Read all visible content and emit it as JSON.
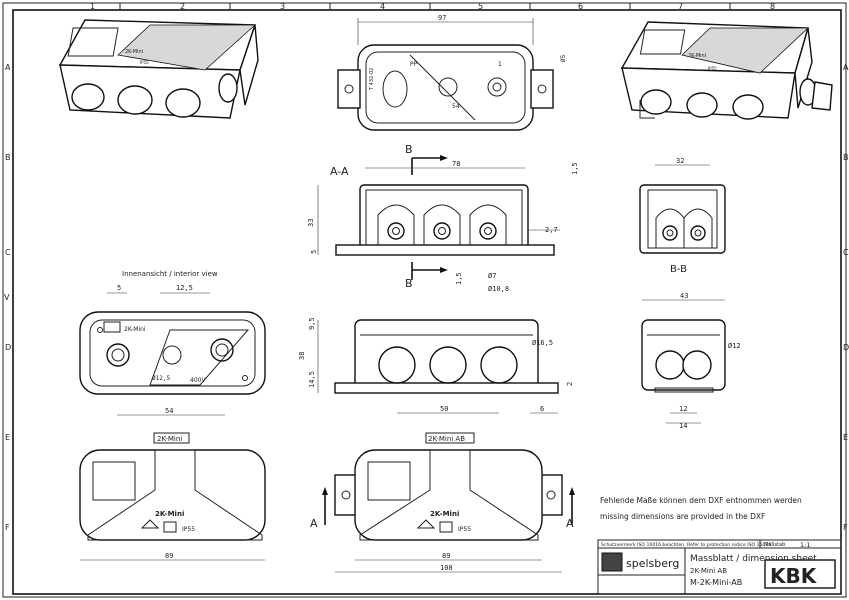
{
  "frame": {
    "columns": [
      "1",
      "2",
      "3",
      "4",
      "5",
      "6",
      "7",
      "8"
    ],
    "rows": [
      "A",
      "B",
      "C",
      "D",
      "E",
      "F"
    ],
    "side_mark": "V"
  },
  "views": {
    "section_aa": "A-A",
    "section_bb": "B-B",
    "section_mark_b": "B",
    "section_mark_a": "A",
    "interior": "Innenansicht / interior view",
    "mini": "2K-Mini",
    "mini_ab": "2K-Mini AB"
  },
  "dimensions": {
    "top_width": "97",
    "top_dia": "Ø5",
    "aa_width": "78",
    "aa_height": "33",
    "aa_top": "1,5",
    "aa_left": "5",
    "aa_right": "2,7",
    "aa_dia7": "Ø7",
    "aa_dia10": "Ø10,8",
    "aa_bottom": "1,5",
    "bb_width": "32",
    "int_5": "5",
    "int_125": "12,5",
    "int_54": "54",
    "int_dia": "Ø12,5",
    "int_volt": "400V",
    "front_95": "9,5",
    "front_38": "38",
    "front_145": "14,5",
    "front_50": "50",
    "front_6": "6",
    "front_dia": "Ø16,5",
    "front_2": "2",
    "side_43": "43",
    "side_dia": "Ø12",
    "side_12": "12",
    "side_14": "14",
    "bot_89a": "89",
    "bot_89b": "89",
    "bot_108": "108"
  },
  "labels": {
    "lid": "2K-Mini",
    "ip": "IP55",
    "brand_pp": "PP",
    "top_code": "T 432-02",
    "top_num": "54",
    "top_one": "1"
  },
  "notes": {
    "de": "Fehlende Maße können dem DXF entnommen werden",
    "en": "missing dimensions are provided in the DXF"
  },
  "titleblock": {
    "protection": "Schutzvermerk ISO 16016 beachten. Refer to protection notice ISO 16016.",
    "scale_label": "Maßstab",
    "scale": "1:1",
    "brand": "spelsberg",
    "title": "Massblatt / dimension sheet",
    "subtitle": "2K-Mini AB",
    "number": "M-2K-Mini-AB",
    "stamp": "KBK"
  }
}
